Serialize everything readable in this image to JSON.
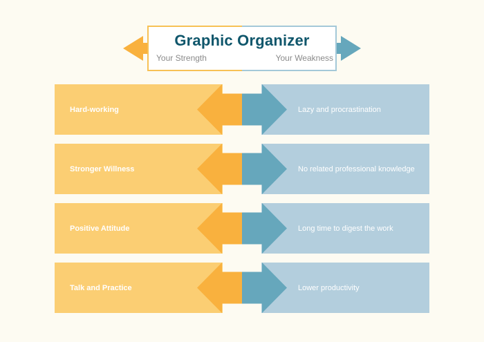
{
  "header": {
    "title": "Graphic Organizer",
    "left_subtitle": "Your Strength",
    "right_subtitle": "Your Weakness"
  },
  "rows": [
    {
      "strength": "Hard-working",
      "weakness": "Lazy and procrastination"
    },
    {
      "strength": "Stronger Willness",
      "weakness": "No related professional knowledge"
    },
    {
      "strength": "Positive Attitude",
      "weakness": "Long time to digest the work"
    },
    {
      "strength": "Talk and Practice",
      "weakness": "Lower productivity"
    }
  ],
  "colors": {
    "bg": "#FDFBF2",
    "title": "#0F566B",
    "subtitle": "#8A8A8A",
    "label": "#FFFFFF",
    "block-strength": "#FBCE73",
    "arrow-strength": "#F9B13E",
    "block-weakness": "#B3CEDD",
    "arrow-weakness": "#66A7BC",
    "border-strength": "#F7C155",
    "border-weakness": "#A3C8D8"
  }
}
